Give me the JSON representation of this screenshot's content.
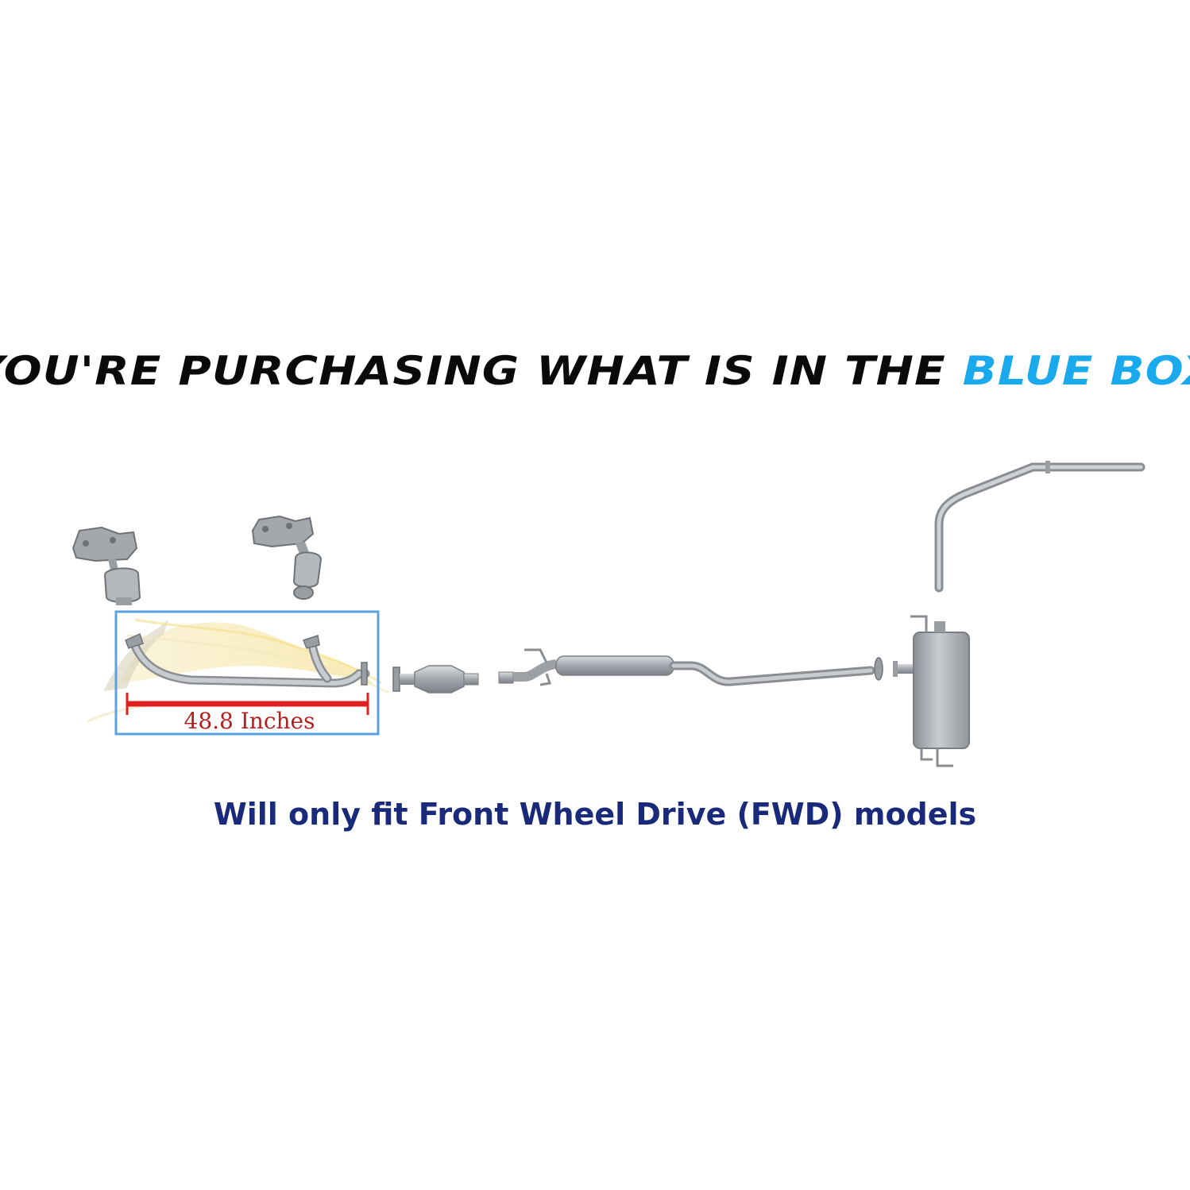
{
  "headline": {
    "main": "YOU'RE PURCHASING WHAT IS IN THE ",
    "accent": "BLUE BOX",
    "main_color": "#0a0a0a",
    "accent_color": "#1aa9ec"
  },
  "diagram": {
    "highlight_box_color": "#5aa3e0",
    "measurement_color": "#e02020",
    "measurement_label": "48.8 Inches",
    "pipe_color": "#a9adb2"
  },
  "fit_note": "Will only fit Front Wheel Drive (FWD) models"
}
